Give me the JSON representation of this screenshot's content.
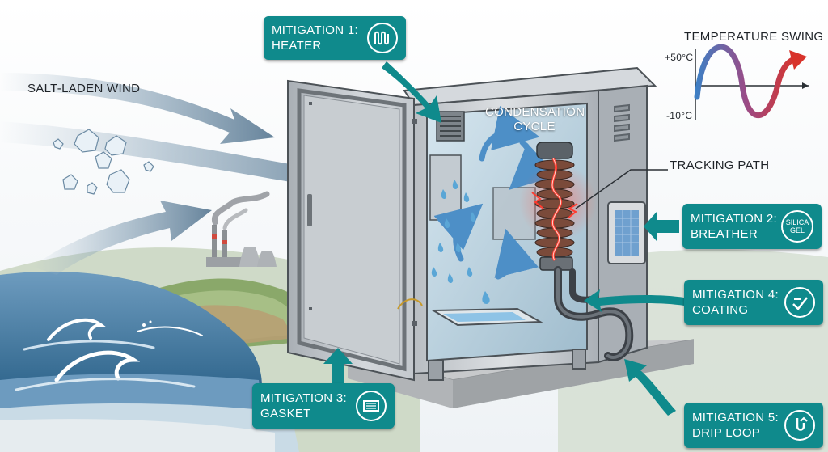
{
  "labels": {
    "salt_wind": "SALT-LADEN WIND",
    "condensation_line1": "CONDENSATION",
    "condensation_line2": "CYCLE",
    "tracking_path": "TRACKING PATH",
    "temp_swing_title": "TEMPERATURE SWING",
    "temp_high": "+50°C",
    "temp_low": "-10°C"
  },
  "callouts": [
    {
      "title": "MITIGATION 1:",
      "name": "HEATER",
      "icon": "heater-coil-icon"
    },
    {
      "title": "MITIGATION 2:",
      "name": "BREATHER",
      "icon": "silica-gel-icon",
      "icon_text_1": "SILICA",
      "icon_text_2": "GEL"
    },
    {
      "title": "MITIGATION 3:",
      "name": "GASKET",
      "icon": "gasket-icon"
    },
    {
      "title": "MITIGATION 4:",
      "name": "COATING",
      "icon": "coating-check-icon"
    },
    {
      "title": "MITIGATION 5:",
      "name": "DRIP LOOP",
      "icon": "drip-loop-icon"
    }
  ],
  "colors": {
    "accent_teal": "#0f8a8c",
    "enclosure_gray": "#c9cdd1",
    "tracking_red": "#e0322b",
    "water_blue": "#5aa6d6",
    "sea_blue": "#2f6f9a"
  }
}
